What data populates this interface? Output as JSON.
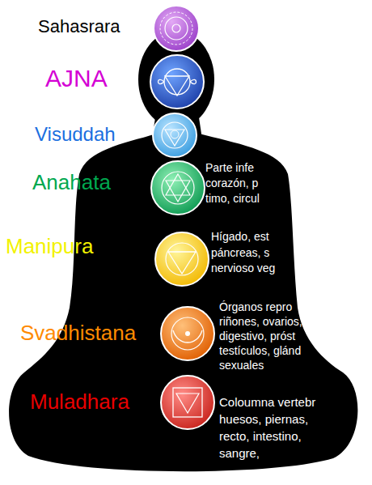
{
  "diagram": {
    "labels": [
      "Sahasrara",
      "AJNA",
      "Visuddah",
      "Anahata",
      "Parte infe",
      "corazón, p",
      "timo, circul",
      "Manipura",
      "Hígado, est",
      "páncreas, s",
      "nervioso veg",
      "Svadhistana",
      "Órganos repro",
      "riñones, ovarios,",
      "digestivo, próst",
      "testículos, glánd",
      "sexuales",
      "Muladhara",
      "Coloumna vertebr",
      "huesos, piernas,",
      "recto, intestino,",
      "sangre,"
    ]
  }
}
